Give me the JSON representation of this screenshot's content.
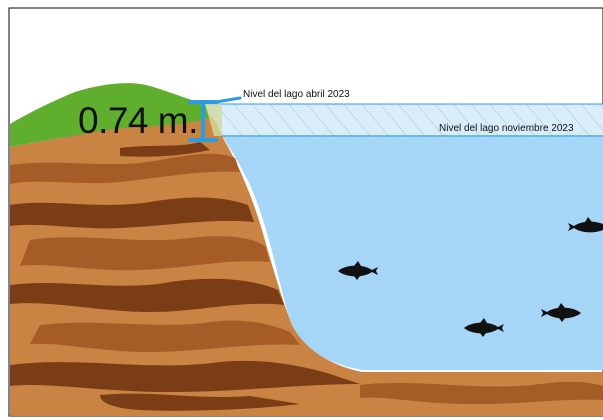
{
  "diagram": {
    "measurement": "0.74 m.",
    "level_april_label": "Nivel del lago abril 2023",
    "level_november_label": "Nivel del lago noviembre 2023"
  },
  "colors": {
    "water": "#a6d6f7",
    "water_lost_band": "#d7ecf9",
    "hatch": "#9fc6dc",
    "grass": "#5fae2d",
    "soil_light": "#c98343",
    "soil_mid": "#a55c26",
    "soil_dark": "#7a3d15",
    "bracket": "#2c9be0",
    "fish": "#111111",
    "frame": "#333333"
  },
  "icons": [
    "fish-icon",
    "measure-bracket-icon"
  ]
}
